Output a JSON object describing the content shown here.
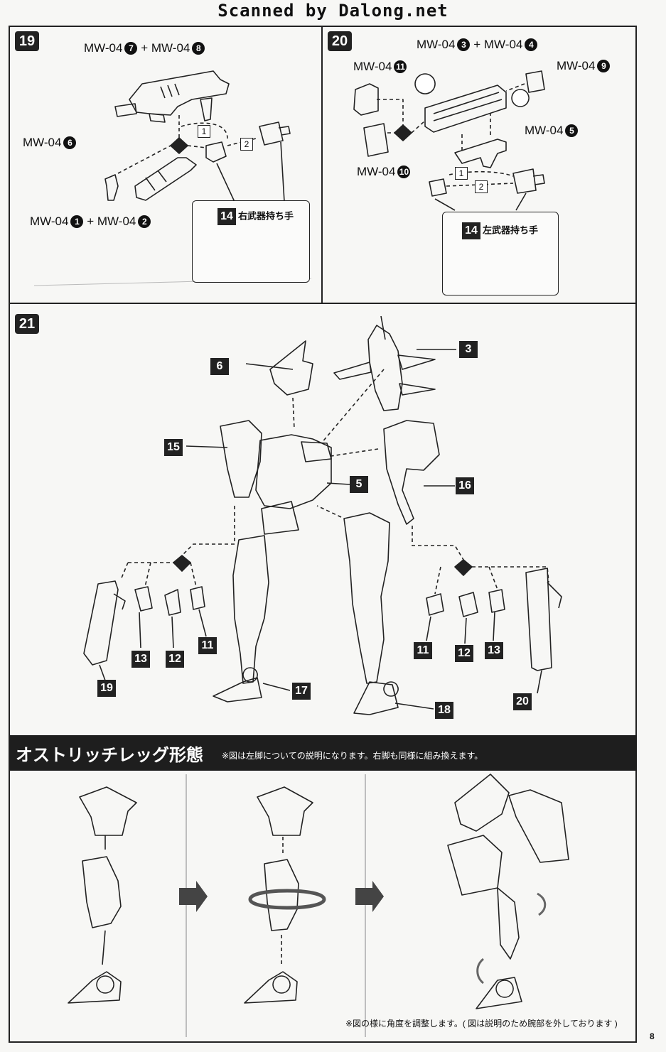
{
  "header": {
    "watermark": "Scanned by Dalong.net"
  },
  "step19": {
    "badge": "19",
    "label_top": "MW-04 ⑦ + MW-04 ⑧",
    "top_a": "MW-04",
    "top_a_num": "7",
    "top_plus": "+",
    "top_b": "MW-04",
    "top_b_num": "8",
    "left_part": "MW-04",
    "left_part_num": "6",
    "bottom_a": "MW-04",
    "bottom_a_num": "1",
    "bottom_plus": "+",
    "bottom_b": "MW-04",
    "bottom_b_num": "2",
    "seq1": "1",
    "seq2": "2",
    "sub_num": "14",
    "sub_title": "右武器持ち手"
  },
  "step20": {
    "badge": "20",
    "top_a": "MW-04",
    "top_a_num": "3",
    "top_plus": "+",
    "top_b": "MW-04",
    "top_b_num": "4",
    "part11": "MW-04",
    "part11_num": "11",
    "part9": "MW-04",
    "part9_num": "9",
    "part5": "MW-04",
    "part5_num": "5",
    "part10": "MW-04",
    "part10_num": "10",
    "seq1": "1",
    "seq2": "2",
    "sub_num": "14",
    "sub_title": "左武器持ち手"
  },
  "step21": {
    "badge": "21",
    "labels": [
      "6",
      "3",
      "15",
      "5",
      "16",
      "13",
      "12",
      "11",
      "19",
      "17",
      "18",
      "11",
      "12",
      "13",
      "20"
    ]
  },
  "mode": {
    "title": "オストリッチレッグ形態",
    "note": "※図は左脚についての説明になります。右脚も同様に組み換えます。",
    "footnote": "※図の様に角度を調整します。( 図は説明のため腕部を外しております )"
  },
  "page": {
    "number": "8"
  }
}
